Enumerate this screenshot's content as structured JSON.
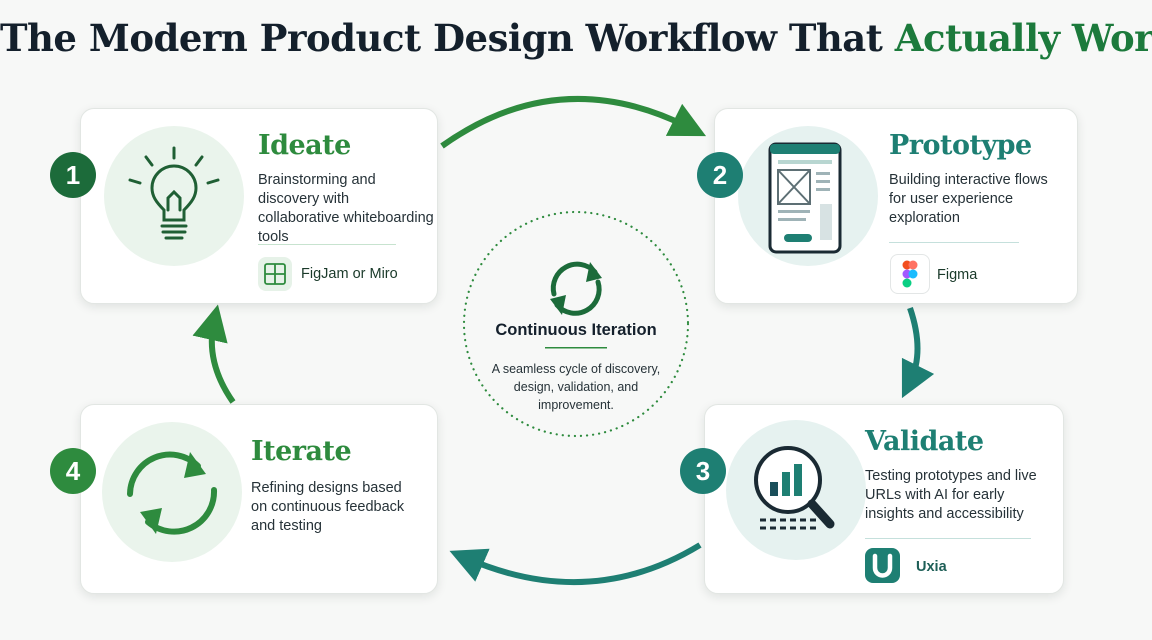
{
  "title": {
    "main": "The Modern Product Design Workflow That ",
    "accent": "Actually Works"
  },
  "colors": {
    "green_dark": "#1c6b3a",
    "green_mid": "#2e8b3e",
    "teal": "#1e7f73",
    "title_dark": "#14202c"
  },
  "center": {
    "title": "Continuous Iteration",
    "description": "A seamless cycle of discovery, design, validation, and improvement.",
    "icon": "refresh-cycle-icon"
  },
  "steps": [
    {
      "number": "1",
      "title": "Ideate",
      "description": "Brainstorming and discovery with collaborative whiteboarding tools",
      "tool": "FigJam or Miro",
      "icon": "lightbulb-icon",
      "tool_icon": "grid-board-icon"
    },
    {
      "number": "2",
      "title": "Prototype",
      "description": "Building interactive flows for user experience exploration",
      "tool": "Figma",
      "icon": "tablet-wireframe-icon",
      "tool_icon": "figma-logo-icon"
    },
    {
      "number": "3",
      "title": "Validate",
      "description": "Testing prototypes and live URLs with AI for early insights and accessibility",
      "tool": "Uxia",
      "icon": "magnifier-chart-icon",
      "tool_icon": "uxia-logo-icon"
    },
    {
      "number": "4",
      "title": "Iterate",
      "description": "Refining designs based on continuous feedback and testing",
      "icon": "cycle-arrows-icon"
    }
  ]
}
